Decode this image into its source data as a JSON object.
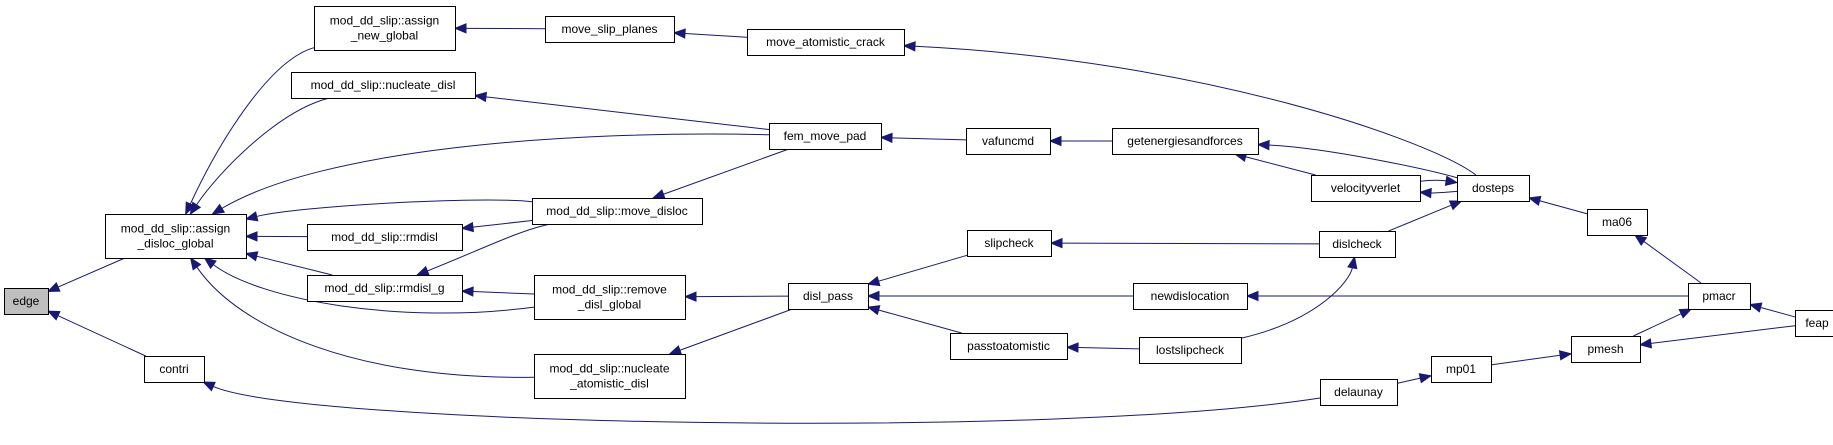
{
  "graph": {
    "colors": {
      "edge": "#191970",
      "node_border": "#000000",
      "highlight_fill": "#bfbfbf"
    },
    "nodes": {
      "edge": [
        "edge"
      ],
      "assign_disloc_global": [
        "mod_dd_slip::assign",
        "_disloc_global"
      ],
      "contri": [
        "contri"
      ],
      "assign_new_global": [
        "mod_dd_slip::assign",
        "_new_global"
      ],
      "nucleate_disl": [
        "mod_dd_slip::nucleate_disl"
      ],
      "rmdisl": [
        "mod_dd_slip::rmdisl"
      ],
      "rmdisl_g": [
        "mod_dd_slip::rmdisl_g"
      ],
      "move_slip_planes": [
        "move_slip_planes"
      ],
      "move_atomistic_crack": [
        "move_atomistic_crack"
      ],
      "fem_move_pad": [
        "fem_move_pad"
      ],
      "move_disloc": [
        "mod_dd_slip::move_disloc"
      ],
      "remove_disl_global": [
        "mod_dd_slip::remove",
        "_disl_global"
      ],
      "nucleate_atomistic_disl": [
        "mod_dd_slip::nucleate",
        "_atomistic_disl"
      ],
      "vafuncmd": [
        "vafuncmd"
      ],
      "getenergiesandforces": [
        "getenergiesandforces"
      ],
      "velocityverlet": [
        "velocityverlet"
      ],
      "dosteps": [
        "dosteps"
      ],
      "disl_pass": [
        "disl_pass"
      ],
      "slipcheck": [
        "slipcheck"
      ],
      "newdislocation": [
        "newdislocation"
      ],
      "passtoatomistic": [
        "passtoatomistic"
      ],
      "lostslipcheck": [
        "lostslipcheck"
      ],
      "dislcheck": [
        "dislcheck"
      ],
      "ma06": [
        "ma06"
      ],
      "pmacr": [
        "pmacr"
      ],
      "feap": [
        "feap"
      ],
      "delaunay": [
        "delaunay"
      ],
      "mp01": [
        "mp01"
      ],
      "pmesh": [
        "pmesh"
      ]
    }
  }
}
